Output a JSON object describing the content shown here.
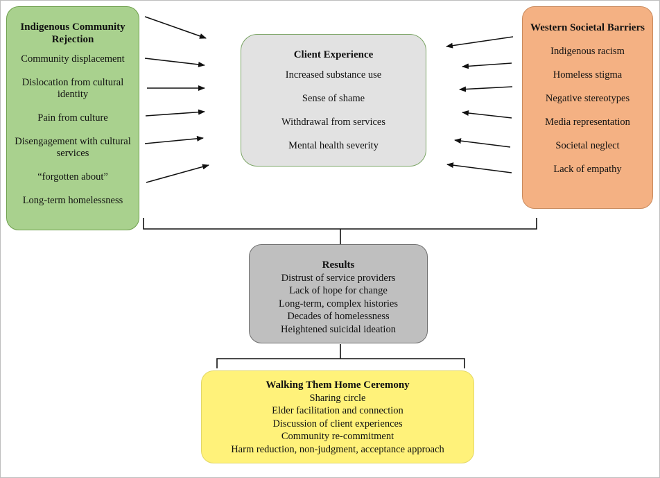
{
  "left_box": {
    "title": "Indigenous Community Rejection",
    "items": [
      "Community displacement",
      "Dislocation from cultural identity",
      "Pain from culture",
      "Disengagement with cultural services",
      "“forgotten about”",
      "Long-term homelessness"
    ],
    "fill_color": "#a9d18e"
  },
  "right_box": {
    "title": "Western Societal Barriers",
    "items": [
      "Indigenous racism",
      "Homeless stigma",
      "Negative stereotypes",
      "Media representation",
      "Societal neglect",
      "Lack of empathy"
    ],
    "fill_color": "#f4b183"
  },
  "center_box": {
    "title": "Client Experience",
    "items": [
      "Increased substance use",
      "Sense of shame",
      "Withdrawal from services",
      "Mental health severity"
    ],
    "fill_color": "#e2e2e2"
  },
  "results_box": {
    "title": "Results",
    "items": [
      "Distrust of service providers",
      "Lack of hope for change",
      "Long-term, complex histories",
      "Decades of homelessness",
      "Heightened suicidal ideation"
    ],
    "fill_color": "#bfbfbf"
  },
  "ceremony_box": {
    "title": "Walking Them Home Ceremony",
    "items": [
      "Sharing circle",
      "Elder facilitation and connection",
      "Discussion of client experiences",
      "Community re-commitment",
      "Harm reduction, non-judgment, acceptance approach"
    ],
    "fill_color": "#fff27a"
  }
}
